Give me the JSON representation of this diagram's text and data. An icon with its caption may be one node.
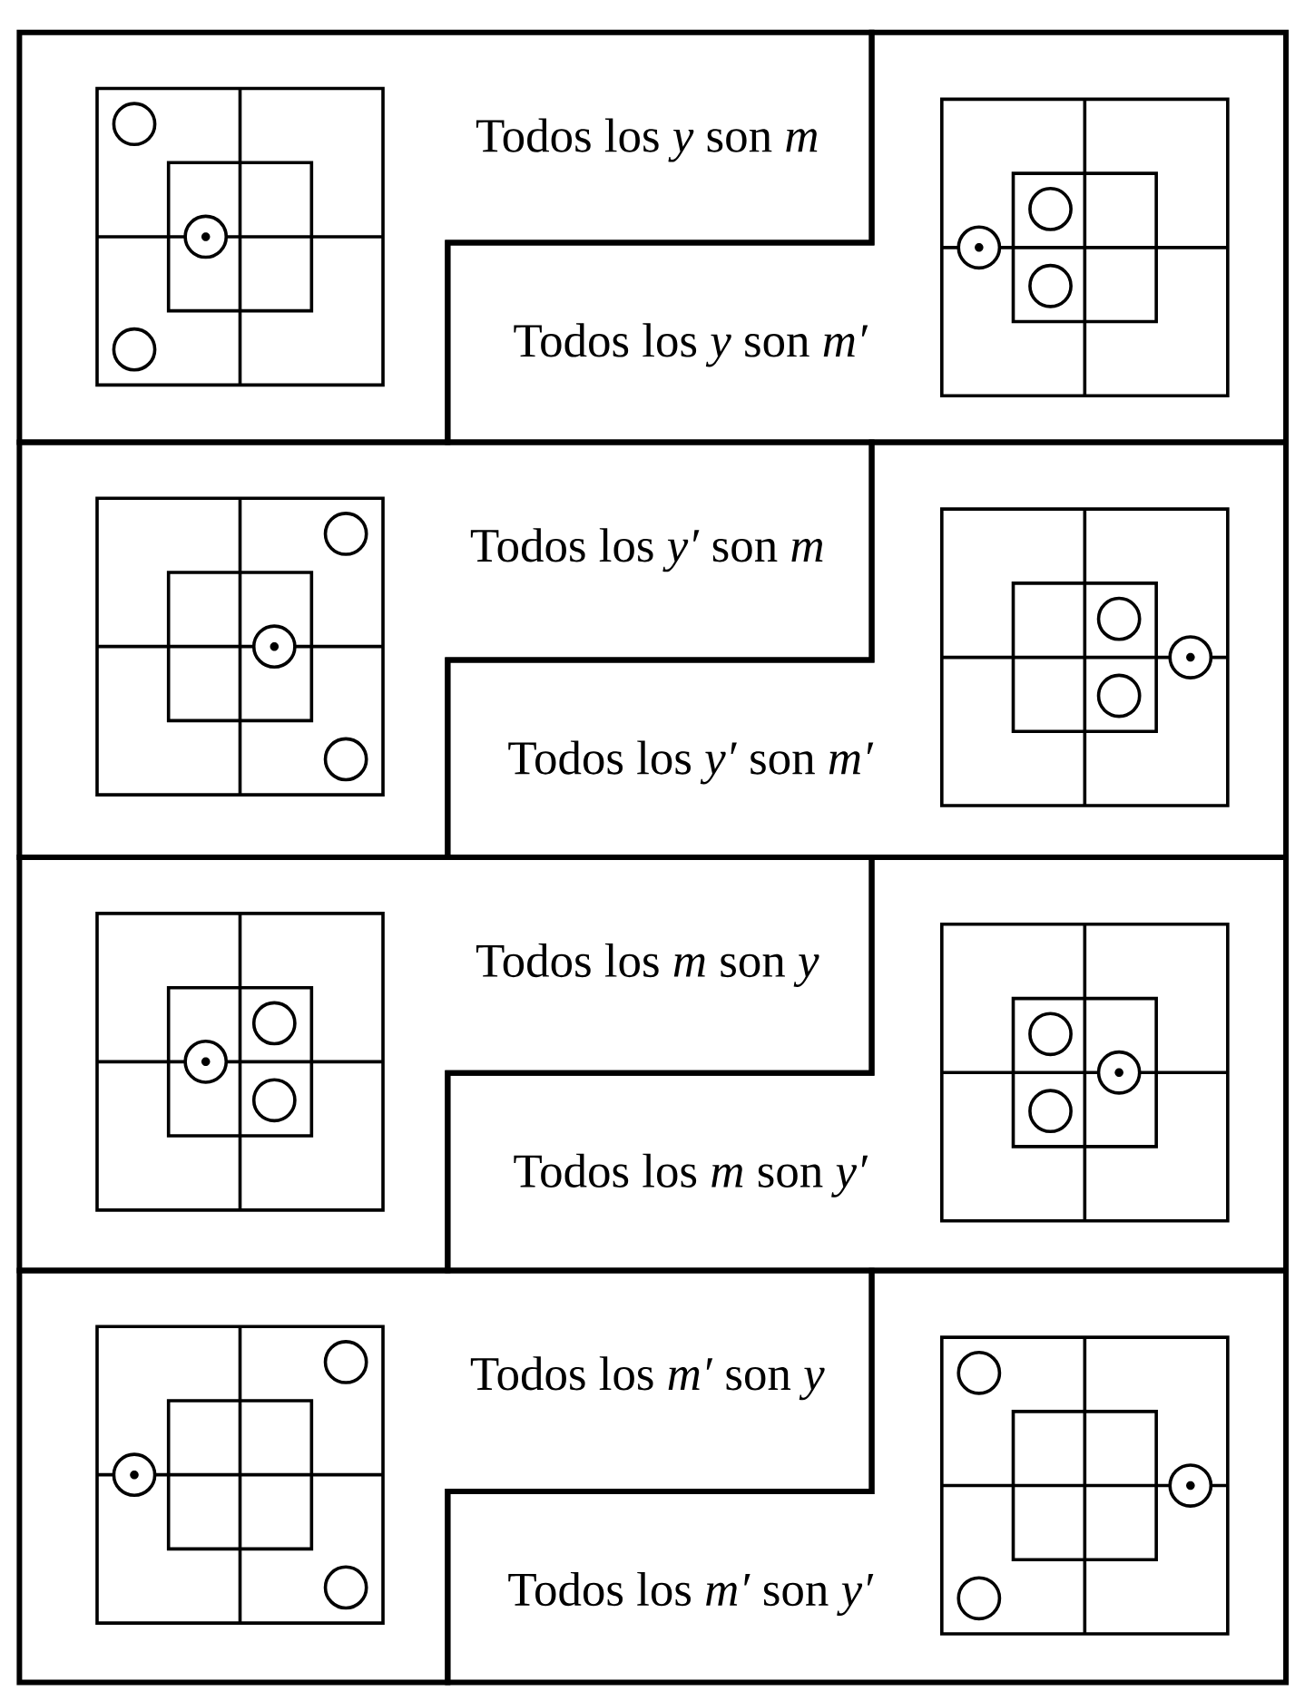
{
  "diagram": {
    "nodes": [
      {
        "text": [
          "Todos los *y* son *m*"
        ]
      },
      {
        "text": [
          "Todos los *y* son *m′*"
        ]
      },
      {
        "text": [
          "Todos los *y′* son *m*"
        ]
      },
      {
        "text": [
          "Todos los *y′* son *m′*"
        ]
      },
      {
        "text": [
          "Todos los *m* son *y*"
        ]
      },
      {
        "text": [
          "Todos los *m* son *y′*"
        ]
      },
      {
        "text": [
          "Todos los *m′* son *y*"
        ]
      },
      {
        "text": [
          "Todos los *m′* son *y′*"
        ]
      }
    ]
  }
}
